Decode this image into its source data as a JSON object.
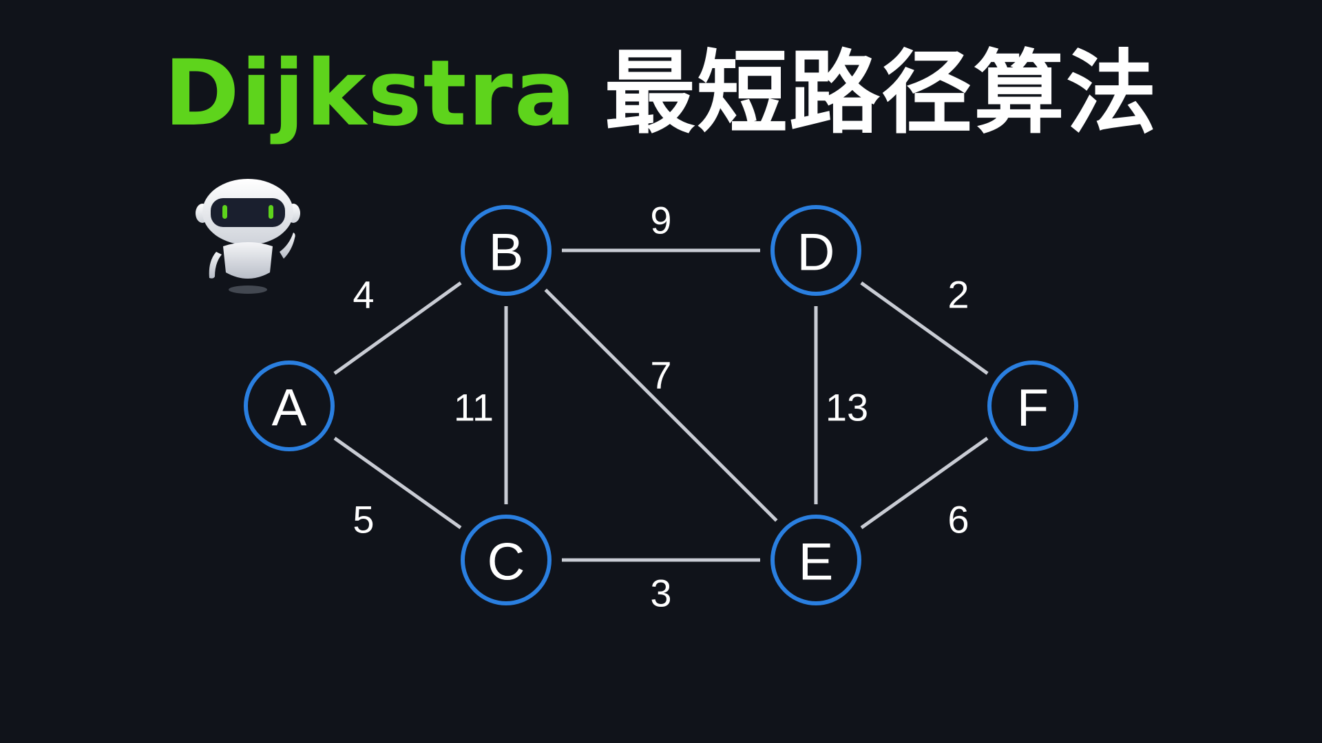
{
  "title": {
    "algorithm": "Dijkstra",
    "subtitle": "最短路径算法"
  },
  "colors": {
    "background": "#10131a",
    "title_accent": "#5ed41c",
    "title_text": "#ffffff",
    "node_border": "#2a7fe0",
    "edge": "#c9ccd4",
    "label": "#ffffff"
  },
  "graph": {
    "nodes": [
      "A",
      "B",
      "C",
      "D",
      "E",
      "F"
    ],
    "edges": [
      {
        "from": "A",
        "to": "B",
        "weight": "4"
      },
      {
        "from": "A",
        "to": "C",
        "weight": "5"
      },
      {
        "from": "B",
        "to": "C",
        "weight": "11"
      },
      {
        "from": "B",
        "to": "D",
        "weight": "9"
      },
      {
        "from": "B",
        "to": "E",
        "weight": "7"
      },
      {
        "from": "C",
        "to": "E",
        "weight": "3"
      },
      {
        "from": "D",
        "to": "E",
        "weight": "13"
      },
      {
        "from": "D",
        "to": "F",
        "weight": "2"
      },
      {
        "from": "E",
        "to": "F",
        "weight": "6"
      }
    ]
  },
  "mascot": {
    "icon": "robot-icon"
  }
}
